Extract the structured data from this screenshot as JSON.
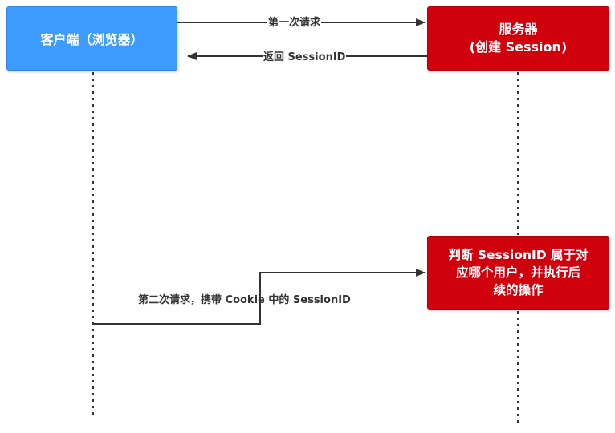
{
  "boxes": {
    "client": "客户端（浏览器）",
    "server_line1": "服务器",
    "server_line2": "(创建 Session)",
    "decision_line1": "判断 SessionID 属于对",
    "decision_line2": "应哪个用户，并执行后",
    "decision_line3": "续的操作"
  },
  "arrows": {
    "first_request": "第一次请求",
    "return_session": "返回 SessionID",
    "second_request": "第二次请求，携带 Cookie 中的 SessionID"
  },
  "colors": {
    "client_fill": "#3d9bff",
    "server_fill": "#d0000d",
    "line": "#333333"
  }
}
